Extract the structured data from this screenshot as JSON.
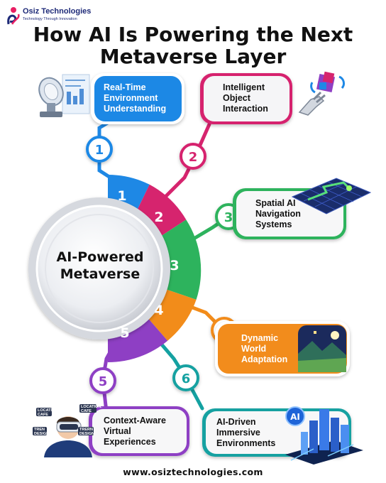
{
  "brand": {
    "name": "Osiz Technologies",
    "tagline": "Technology Through Innovation",
    "colors": {
      "primary": "#1e2a78",
      "accent": "#e91e63"
    }
  },
  "title": {
    "line1": "How AI Is Powering the Next",
    "line2": "Metaverse Layer"
  },
  "center": {
    "label": "AI-Powered\nMetaverse"
  },
  "segments": [
    {
      "number": "1",
      "color": "#1e88e5"
    },
    {
      "number": "2",
      "color": "#d6246e"
    },
    {
      "number": "3",
      "color": "#2db35d"
    },
    {
      "number": "4",
      "color": "#f28c1a"
    },
    {
      "number": "5",
      "color": "#8e3fc4"
    }
  ],
  "items": [
    {
      "number": "1",
      "text": "Real-Time\nEnvironment\nUnderstanding",
      "color": "#1e88e5",
      "icon": "satellite-dish-icon"
    },
    {
      "number": "2",
      "text": "Intelligent\nObject\nInteraction",
      "color": "#d6246e",
      "icon": "robot-hand-icon"
    },
    {
      "number": "3",
      "text": "Spatial AI\nNavigation\nSystems",
      "color": "#2db35d",
      "icon": "navigation-map-icon"
    },
    {
      "number": "4",
      "text": "Dynamic\nWorld\nAdaptation",
      "color": "#f28c1a",
      "icon": "landscape-icon"
    },
    {
      "number": "5",
      "text": "Context-Aware\nVirtual\nExperiences",
      "color": "#8e3fc4",
      "icon": "vr-headset-user-icon"
    },
    {
      "number": "6",
      "text": "AI-Driven\nImmersive\nEnvironments",
      "color": "#14a1a1",
      "icon": "ai-city-icon"
    }
  ],
  "vr_tags": [
    "LOCATION:\nCAFE",
    "LOCATION:\nCAFE",
    "TREN\nDESIGN",
    "TRERN\nDESIGN"
  ],
  "ai_badge": "AI",
  "footer": "www.osiztechnologies.com"
}
